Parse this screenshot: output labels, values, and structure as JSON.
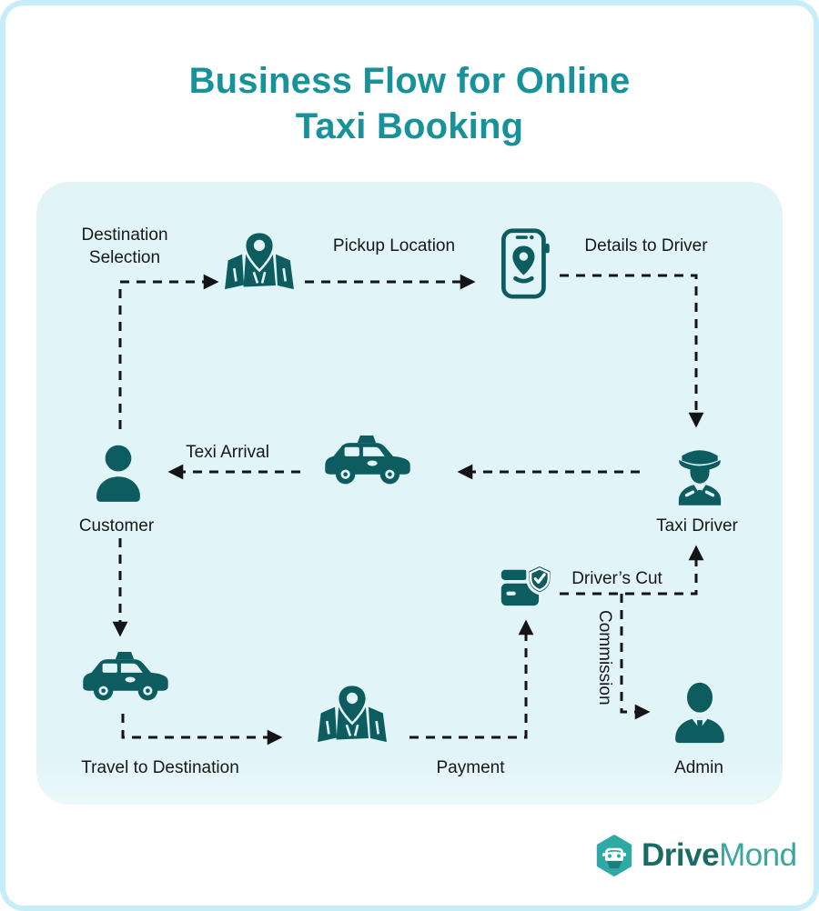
{
  "title": {
    "line1": "Business Flow for Online",
    "line2": "Taxi Booking"
  },
  "flow": {
    "steps": {
      "destination_selection": "Destination Selection",
      "pickup_location": "Pickup Location",
      "details_to_driver": "Details to Driver",
      "taxi_driver": "Taxi Driver",
      "texi_arrival": "Texi Arrival",
      "customer": "Customer",
      "travel_to_destination": "Travel to Destination",
      "payment": "Payment",
      "drivers_cut": "Driver’s Cut",
      "commission": "Commission",
      "admin": "Admin"
    }
  },
  "logo": {
    "brand_primary": "Drive",
    "brand_secondary": "Mond"
  },
  "colors": {
    "title_teal": "#17929B",
    "icon_teal": "#0D5C5F",
    "canvas_background": "#E1F4F8",
    "frame_border": "#C7EEF8",
    "connector": "#141417",
    "logo_hexagon": "#2FA9A4",
    "logo_text_dark": "#1A6B65",
    "logo_text_light": "#3AA79F"
  }
}
